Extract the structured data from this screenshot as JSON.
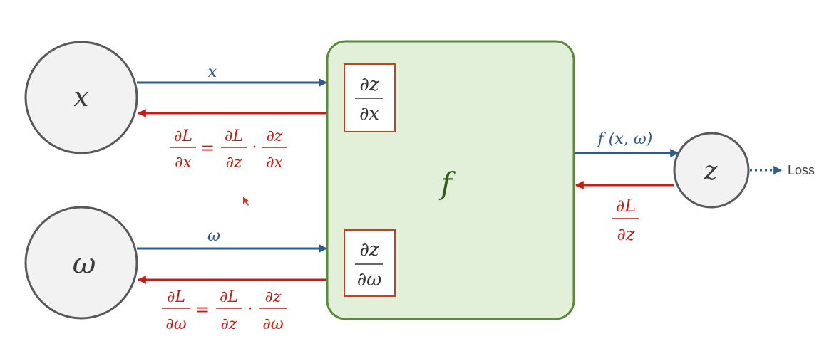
{
  "nodes": {
    "x_label": "x",
    "omega_label": "ω",
    "z_label": "z",
    "f_label": "f"
  },
  "local_grads": {
    "dz_dx": {
      "num": "∂z",
      "den": "∂x"
    },
    "dz_domega": {
      "num": "∂z",
      "den": "∂ω"
    }
  },
  "forward": {
    "x_arrow_label": "x",
    "omega_arrow_label": "ω",
    "f_out_label": "f (x, ω)"
  },
  "backward": {
    "dL_dz": {
      "num": "∂L",
      "den": "∂z"
    },
    "dL_dx": {
      "lhs_num": "∂L",
      "lhs_den": "∂x",
      "eq": "=",
      "t1_num": "∂L",
      "t1_den": "∂z",
      "dot": "·",
      "t2_num": "∂z",
      "t2_den": "∂x"
    },
    "dL_domega": {
      "lhs_num": "∂L",
      "lhs_den": "∂ω",
      "eq": "=",
      "t1_num": "∂L",
      "t1_den": "∂z",
      "dot": "·",
      "t2_num": "∂z",
      "t2_den": "∂ω"
    }
  },
  "loss_label": "Loss",
  "colors": {
    "forward": "#2f5a8c",
    "backward": "#c01f18",
    "function_fill": "#e2efd9",
    "function_border": "#5b8a3c",
    "node_fill": "#f2f2f2",
    "node_border": "#595959"
  }
}
